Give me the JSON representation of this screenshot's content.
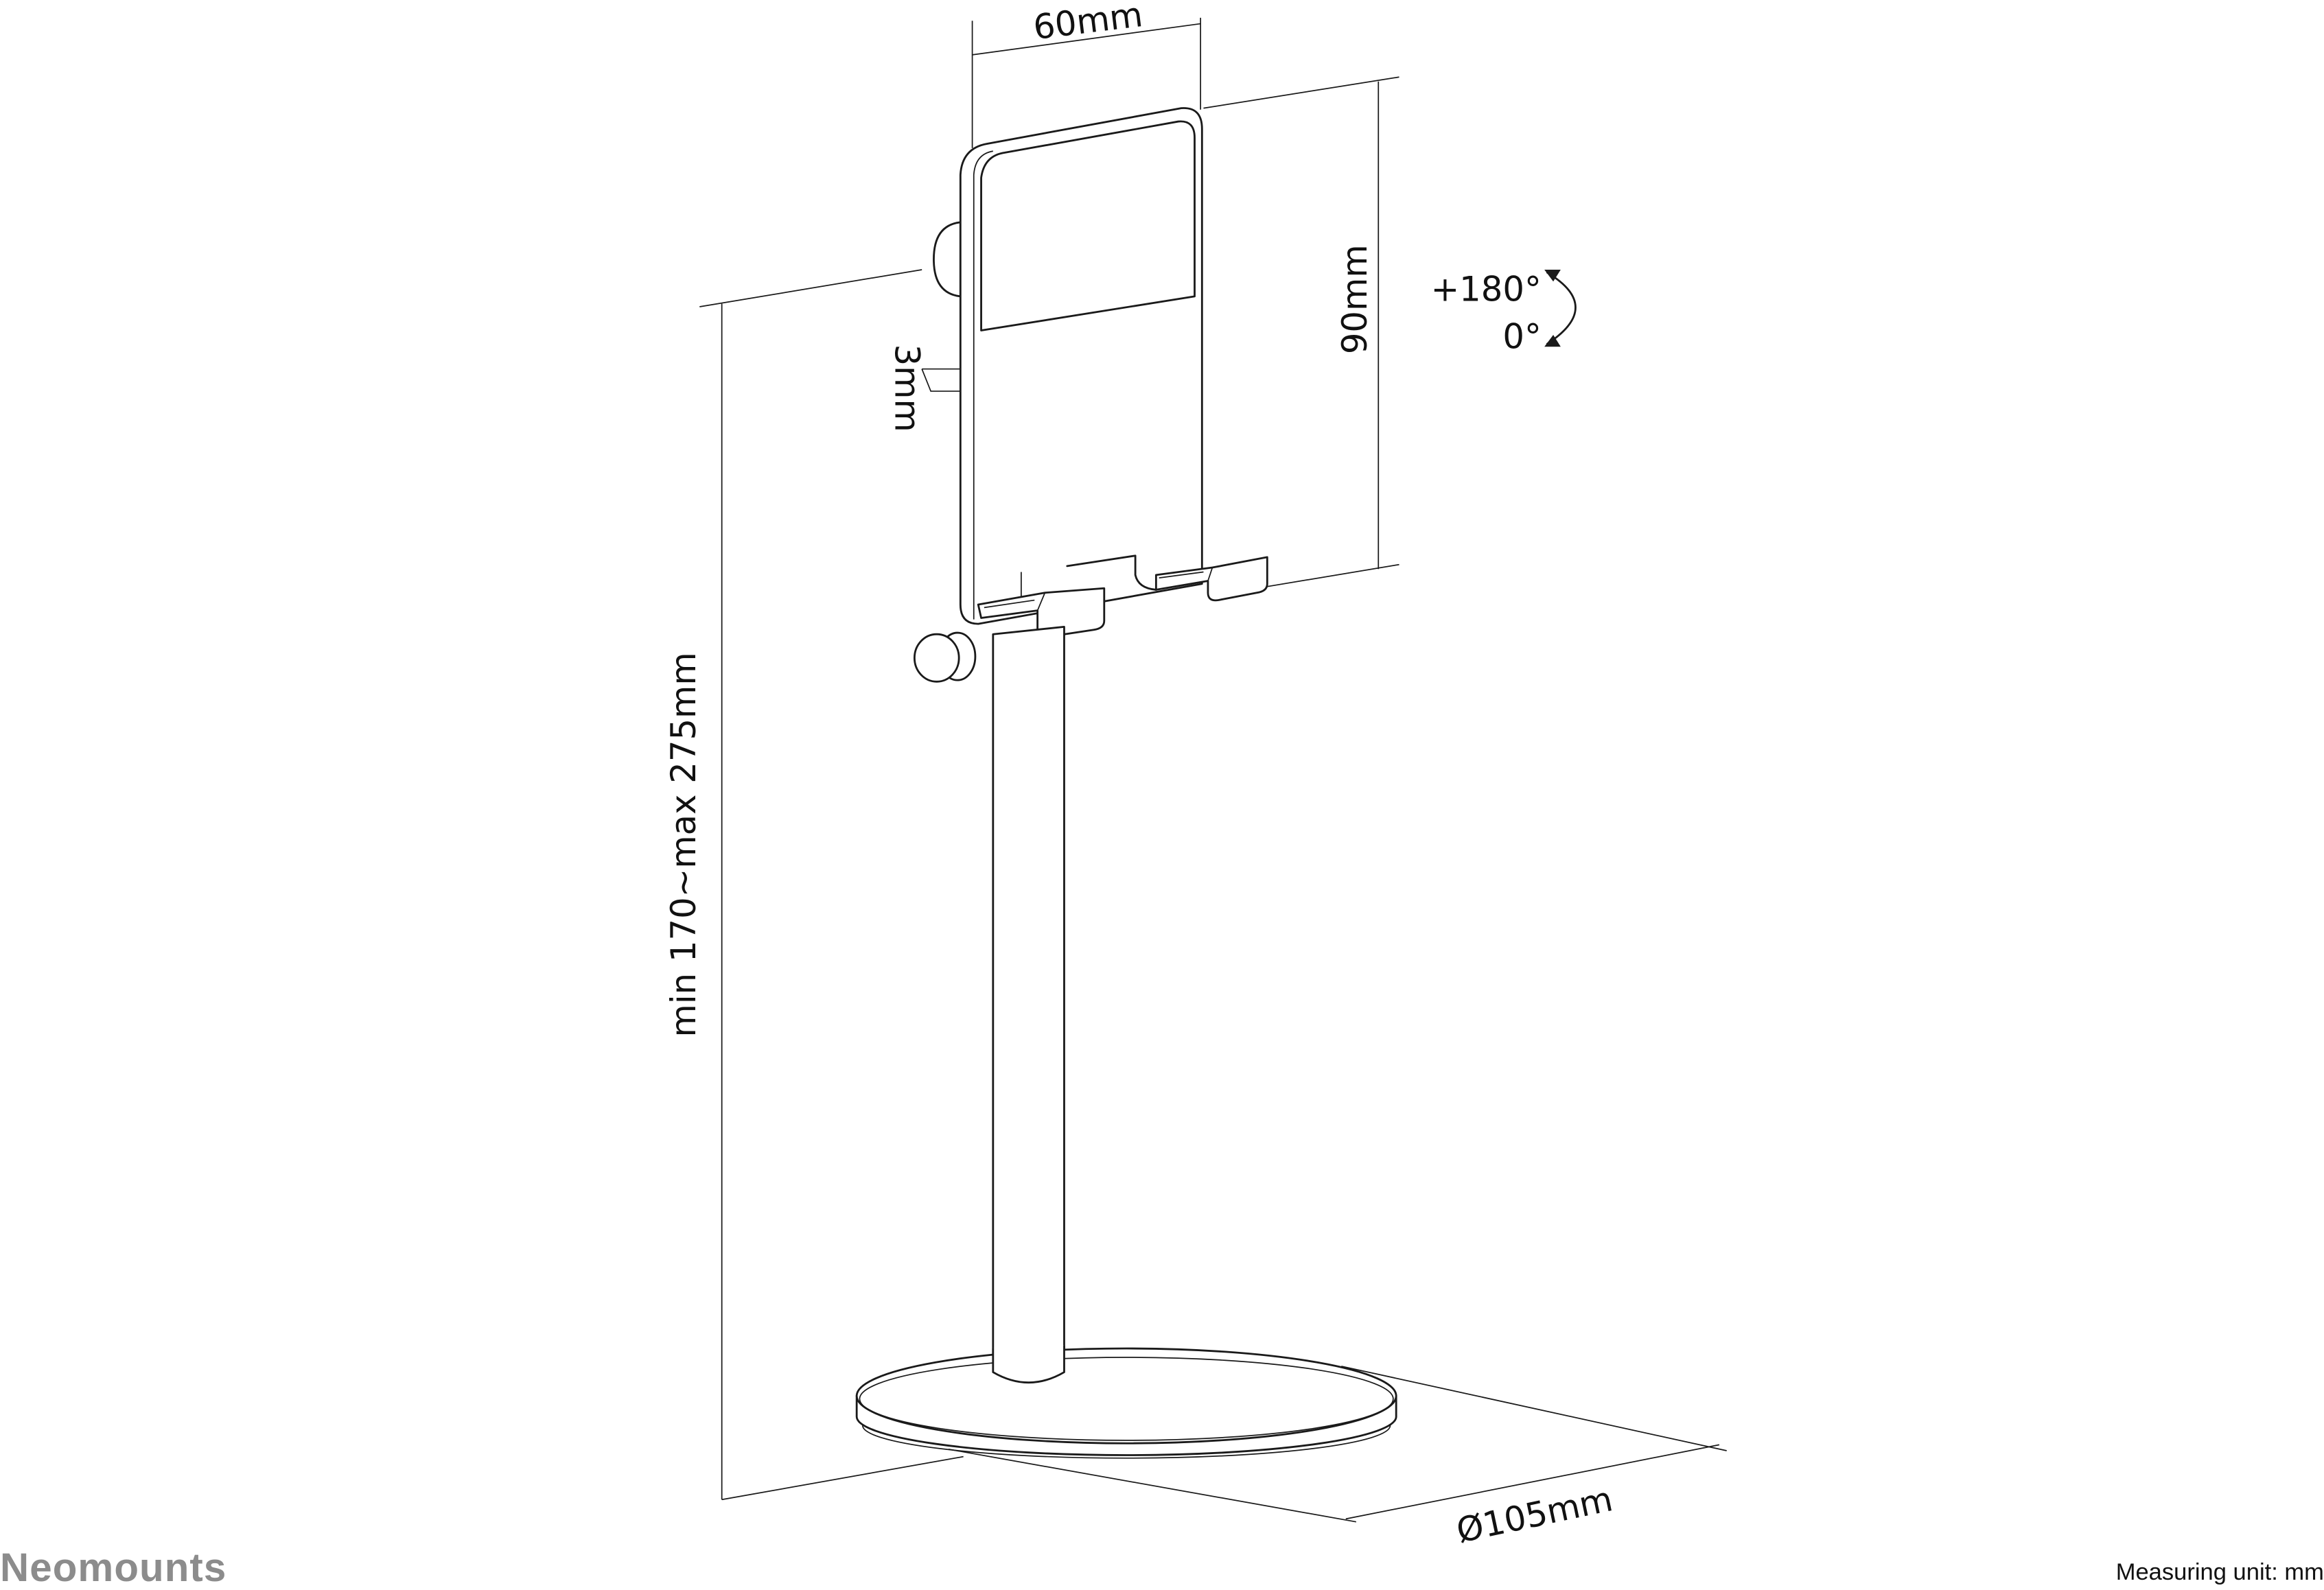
{
  "brand": {
    "logo_text": "Neomounts",
    "logo_color": "#8c8c8c"
  },
  "dimensions": {
    "plate_width": "60mm",
    "plate_height": "90mm",
    "plate_thickness": "3mm",
    "stand_height": "min 170~max 275mm",
    "base_diameter": "Ø105mm"
  },
  "rotation": {
    "max": "+180°",
    "min": "0°",
    "icon": "rotation-arrow-icon"
  },
  "footer": {
    "measuring_unit": "Measuring unit: mm"
  },
  "colors": {
    "line": "#1a1a1a",
    "background": "#ffffff"
  }
}
